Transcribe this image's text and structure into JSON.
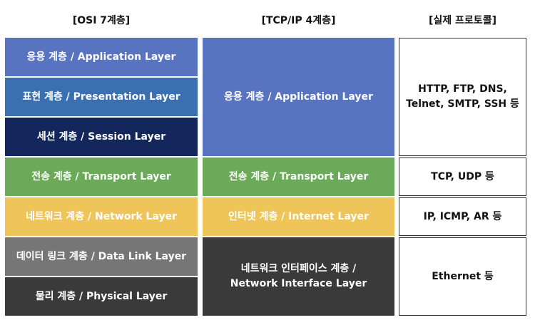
{
  "headers": {
    "osi": "[OSI 7계층]",
    "tcpip": "[TCP/IP 4계층]",
    "protocols": "[실제 프로토콜]"
  },
  "osi_layers": [
    {
      "label": "응용 계층 / Application Layer",
      "color": "#5873BF"
    },
    {
      "label": "표현 계층 / Presentation Layer",
      "color": "#3A6FB2"
    },
    {
      "label": "세션 계층 / Session Layer",
      "color": "#14275C"
    },
    {
      "label": "전송 계층 / Transport Layer",
      "color": "#6AAA58"
    },
    {
      "label": "네트워크 계층 / Network Layer",
      "color": "#EFC55A"
    },
    {
      "label": "데이터 링크 계층 / Data Link Layer",
      "color": "#767676"
    },
    {
      "label": "물리 계층 / Physical Layer",
      "color": "#3A3A3A"
    }
  ],
  "tcpip_layers": [
    {
      "label": "응용 계층 / Application Layer",
      "color": "#5873BF"
    },
    {
      "label": "전송 계층 / Transport Layer",
      "color": "#6AAA58"
    },
    {
      "label": "인터넷 계층 / Internet Layer",
      "color": "#EFC55A"
    },
    {
      "label_line1": "네트워크 인터페이스 계층 /",
      "label_line2": "Network Interface Layer",
      "color": "#3A3A3A"
    }
  ],
  "protocols": [
    {
      "line1": "HTTP, FTP, DNS,",
      "line2": "Telnet, SMTP, SSH 등"
    },
    {
      "line1": "TCP, UDP 등"
    },
    {
      "line1": "IP, ICMP, AR 등"
    },
    {
      "line1": "Ethernet 등"
    }
  ]
}
